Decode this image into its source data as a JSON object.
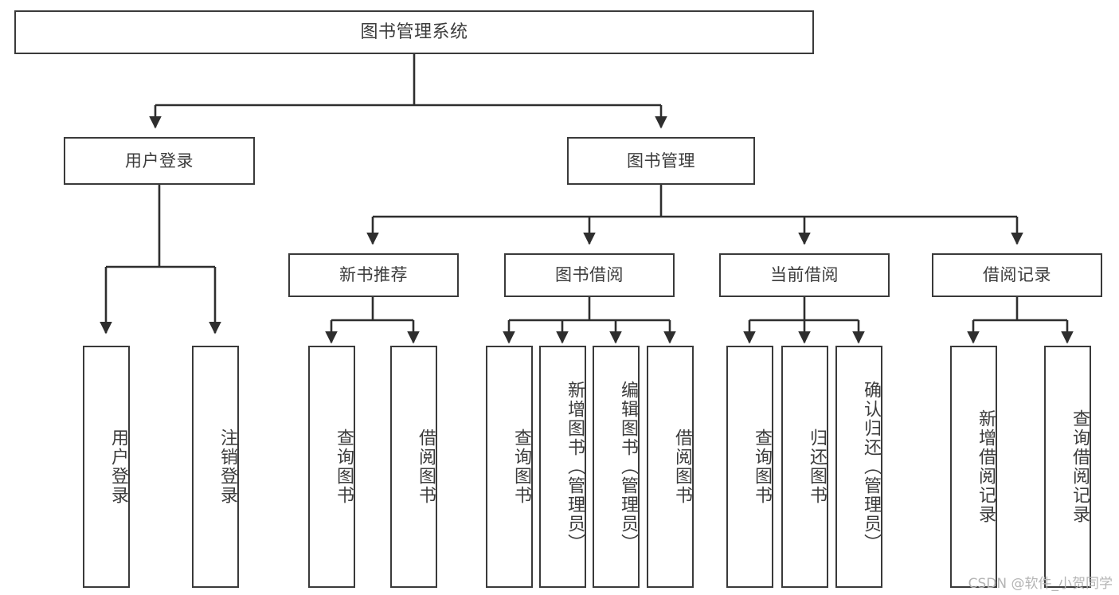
{
  "diagram": {
    "title": "图书管理系统",
    "watermark": "CSDN @软件_小贺同学",
    "colors": {
      "box_border": "#3a3a3a",
      "box_fill": "#ffffff",
      "text": "#3c3c3c",
      "line": "#2e2e2e",
      "watermark": "#b4b4b4",
      "background": "#ffffff"
    },
    "levels": {
      "root": "图书管理系统",
      "level2": [
        "用户登录",
        "图书管理"
      ],
      "level3": [
        "新书推荐",
        "图书借阅",
        "当前借阅",
        "借阅记录"
      ]
    },
    "nodes": {
      "root": {
        "label": "图书管理系统"
      },
      "user_login": {
        "label": "用户登录"
      },
      "book_manage": {
        "label": "图书管理"
      },
      "new_book_rec": {
        "label": "新书推荐"
      },
      "book_borrow": {
        "label": "图书借阅"
      },
      "current_borrow": {
        "label": "当前借阅"
      },
      "borrow_record": {
        "label": "借阅记录"
      }
    },
    "leaves": {
      "user_login": [
        {
          "label": "用户登录"
        },
        {
          "label": "注销登录"
        }
      ],
      "new_book_rec": [
        {
          "label": "查询图书"
        },
        {
          "label": "借阅图书"
        }
      ],
      "book_borrow": [
        {
          "label": "查询图书"
        },
        {
          "label": "新增图书（管理员）"
        },
        {
          "label": "编辑图书（管理员）"
        },
        {
          "label": "借阅图书"
        }
      ],
      "current_borrow": [
        {
          "label": "查询图书"
        },
        {
          "label": "归还图书"
        },
        {
          "label": "确认归还（管理员）"
        }
      ],
      "borrow_record": [
        {
          "label": "新增借阅记录"
        },
        {
          "label": "查询借阅记录"
        }
      ]
    }
  }
}
